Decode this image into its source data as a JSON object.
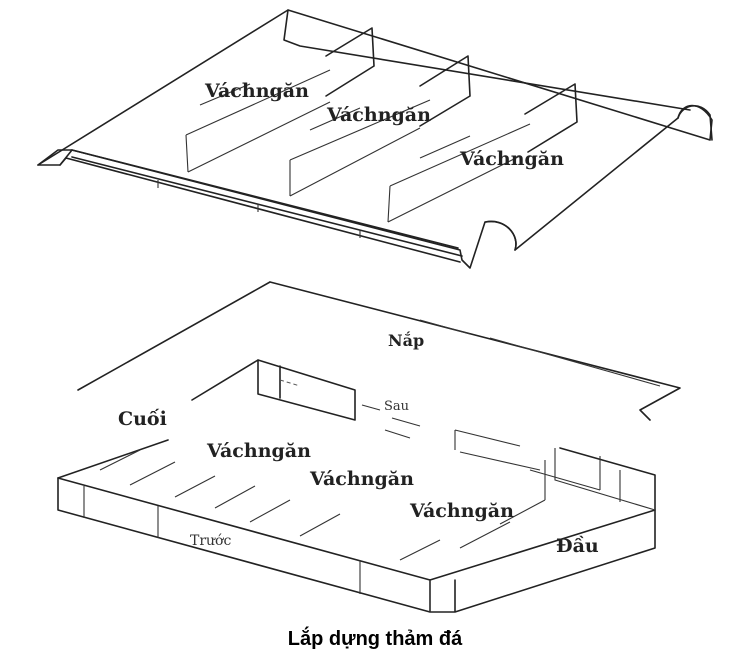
{
  "top_panel": {
    "labels": [
      "Váchngăn",
      "Váchngăn",
      "Váchngăn"
    ]
  },
  "bottom_panel": {
    "lid": "Nắp",
    "end": "Cuối",
    "back": "Sau",
    "front": "Trước",
    "head": "Đầu",
    "dividers": [
      "Váchngăn",
      "Váchngăn",
      "Váchngăn"
    ]
  },
  "caption": "Lắp dựng thảm đá"
}
